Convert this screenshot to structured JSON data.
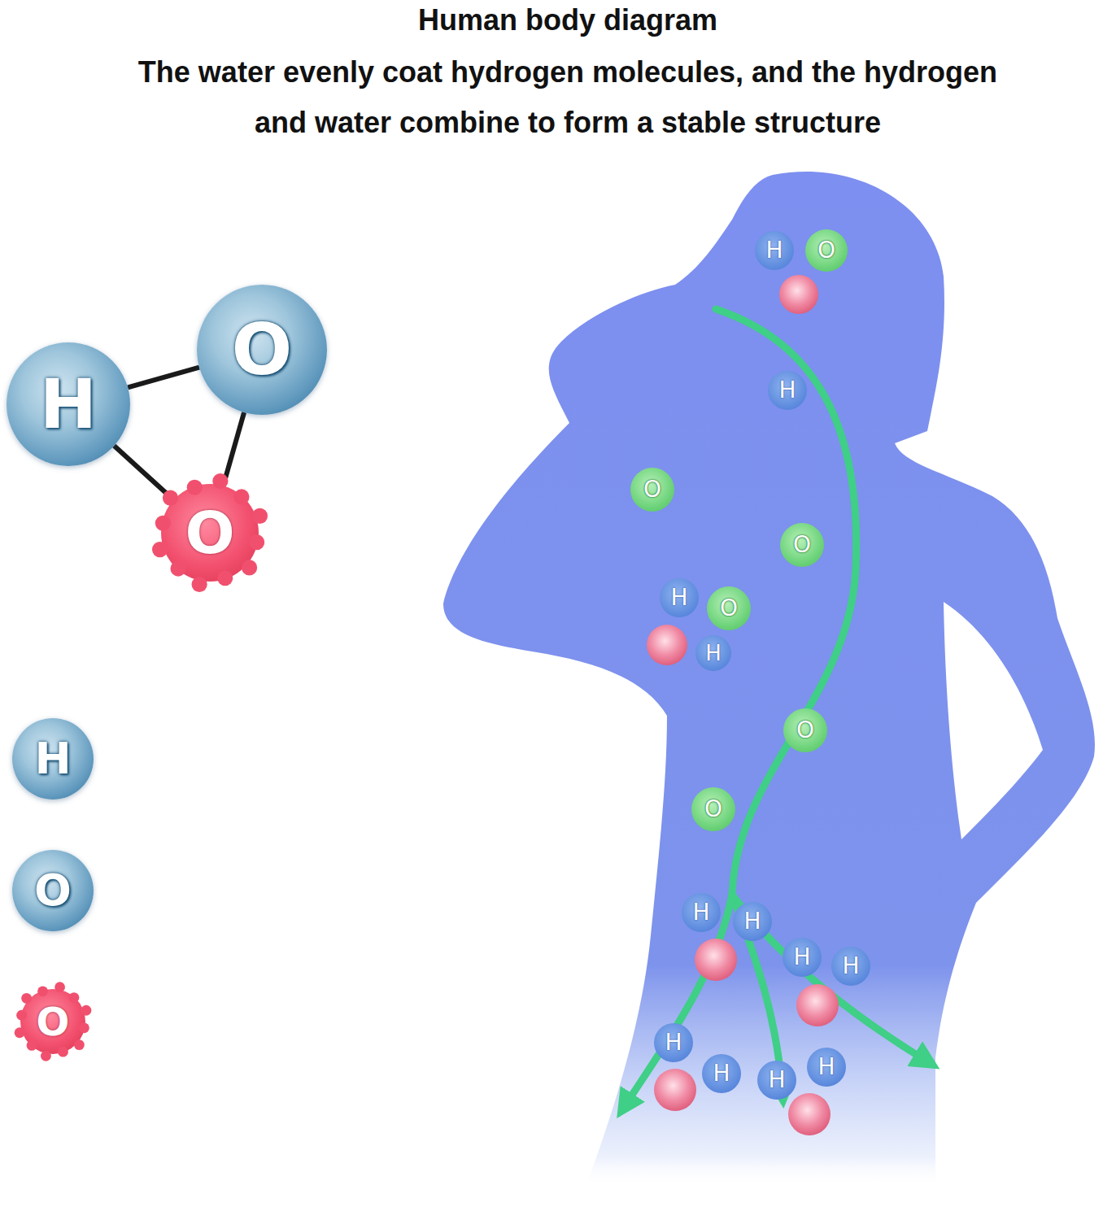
{
  "diagram": {
    "title": "Human body diagram",
    "caption": "The water evenly coat hydrogen molecules, and the hydrogen and water combine to form a stable structure",
    "nodes": [
      {
        "text": [
          "H"
        ]
      },
      {
        "text": [
          "O"
        ]
      },
      {
        "text": [
          "O"
        ]
      },
      {
        "text": [
          "H"
        ]
      },
      {
        "text": [
          "O"
        ]
      },
      {
        "text": [
          "H"
        ]
      },
      {
        "text": [
          "O"
        ]
      },
      {
        "text": [
          "O"
        ]
      },
      {
        "text": [
          "H"
        ]
      },
      {
        "text": [
          "O"
        ]
      },
      {
        "text": [
          "H"
        ]
      },
      {
        "text": [
          "O"
        ]
      },
      {
        "text": [
          "O"
        ]
      },
      {
        "text": [
          "H"
        ]
      },
      {
        "text": [
          "H"
        ]
      },
      {
        "text": [
          "H"
        ]
      },
      {
        "text": [
          "H"
        ]
      },
      {
        "text": [
          "H"
        ]
      },
      {
        "text": [
          "H"
        ]
      },
      {
        "text": [
          "H"
        ]
      },
      {
        "text": [
          "H"
        ]
      },
      {
        "text": [
          "H"
        ]
      },
      {
        "text": [
          "O"
        ]
      },
      {
        "text": [
          "O"
        ]
      }
    ],
    "edges": [
      {
        "from": 0,
        "to": 1,
        "arrow": "none"
      },
      {
        "from": 0,
        "to": 2,
        "arrow": "none"
      },
      {
        "from": 1,
        "to": 2,
        "arrow": "none"
      }
    ]
  }
}
